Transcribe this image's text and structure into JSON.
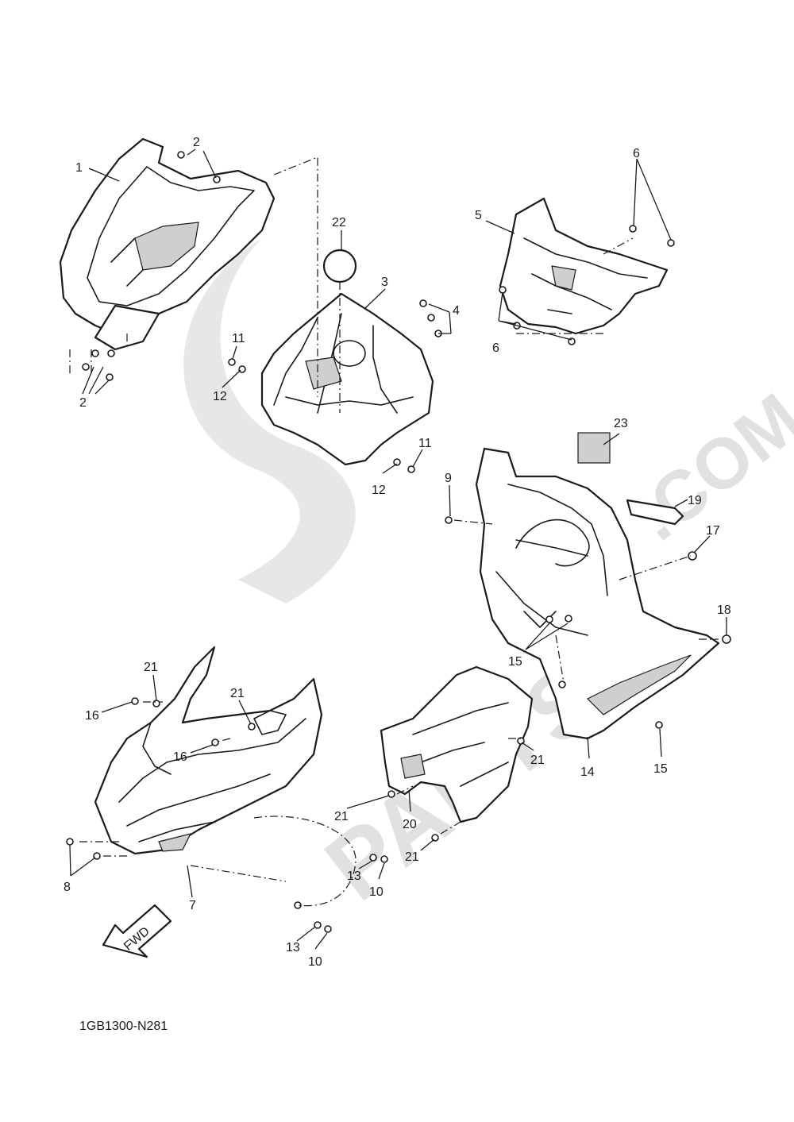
{
  "watermark": {
    "brand": "PARTS",
    "suffix": ".COM"
  },
  "diagram_code": "1GB1300-N281",
  "fwd_label": "FWD",
  "callouts": {
    "c1": "1",
    "c2a": "2",
    "c2b": "2",
    "c3": "3",
    "c4": "4",
    "c5": "5",
    "c6a": "6",
    "c6b": "6",
    "c7": "7",
    "c8": "8",
    "c9": "9",
    "c10a": "10",
    "c10b": "10",
    "c11a": "11",
    "c11b": "11",
    "c12a": "12",
    "c12b": "12",
    "c13a": "13",
    "c13b": "13",
    "c14": "14",
    "c15a": "15",
    "c15b": "15",
    "c16a": "16",
    "c16b": "16",
    "c17": "17",
    "c18": "18",
    "c19": "19",
    "c20": "20",
    "c21a": "21",
    "c21b": "21",
    "c21c": "21",
    "c21d": "21",
    "c21e": "21",
    "c22": "22",
    "c23": "23"
  }
}
